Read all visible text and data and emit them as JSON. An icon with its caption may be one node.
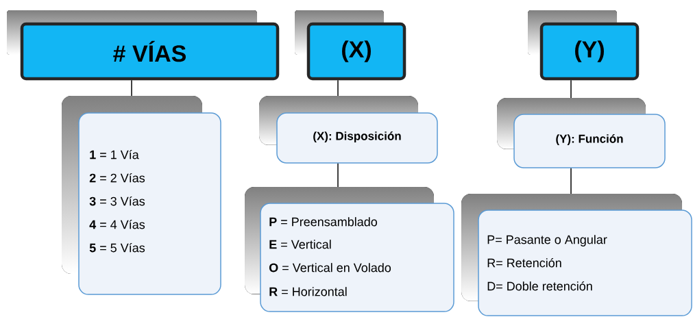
{
  "diagram": {
    "nodes": [
      {
        "text": [
          "# VÍAS"
        ]
      },
      {
        "text": [
          "**1** = 1 Vía",
          "**2** = 2 Vías",
          "**3** = 3 Vías",
          "**4** = 4 Vías",
          "**5** = 5 Vías"
        ]
      },
      {
        "text": [
          "(X)"
        ]
      },
      {
        "text": [
          "(X): Disposición"
        ]
      },
      {
        "text": [
          "**P** = Preensamblado",
          "**E** = Vertical",
          "**O** = Vertical en Volado",
          "**R** = Horizontal"
        ]
      },
      {
        "text": [
          "(Y)"
        ]
      },
      {
        "text": [
          "(Y): Función"
        ]
      },
      {
        "text": [
          "P= Pasante o Angular",
          "R= Retención",
          "D= Doble retención"
        ]
      }
    ],
    "edges": [
      {
        "from": 0,
        "to": 1,
        "arrow": "none"
      },
      {
        "from": 2,
        "to": 3,
        "arrow": "none"
      },
      {
        "from": 3,
        "to": 4,
        "arrow": "none"
      },
      {
        "from": 5,
        "to": 6,
        "arrow": "none"
      },
      {
        "from": 6,
        "to": 7,
        "arrow": "none"
      }
    ]
  }
}
